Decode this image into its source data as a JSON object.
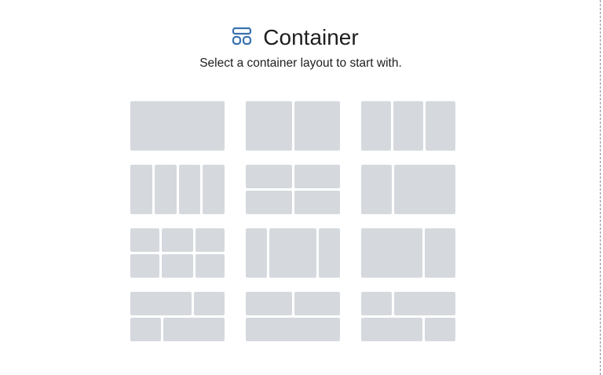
{
  "header": {
    "title": "Container",
    "icon": "container-layout-icon",
    "subtitle": "Select a container layout to start with."
  },
  "colors": {
    "cell": "#d5d9de",
    "icon": "#3872b0"
  },
  "layouts": [
    {
      "name": "one-column",
      "rows": [
        [
          1
        ]
      ]
    },
    {
      "name": "two-columns",
      "rows": [
        [
          1,
          1
        ]
      ]
    },
    {
      "name": "three-columns",
      "rows": [
        [
          1,
          1,
          1
        ]
      ]
    },
    {
      "name": "four-columns",
      "rows": [
        [
          1,
          1,
          1,
          1
        ]
      ]
    },
    {
      "name": "two-by-two",
      "rows": [
        [
          1,
          1
        ],
        [
          1,
          1
        ]
      ]
    },
    {
      "name": "narrow-wide",
      "rows": [
        [
          1,
          2
        ]
      ]
    },
    {
      "name": "three-by-two",
      "rows": [
        [
          1,
          1.1,
          1
        ],
        [
          1,
          1.1,
          1
        ]
      ]
    },
    {
      "name": "narrow-wide-narrow",
      "rows": [
        [
          1,
          2.2,
          1
        ]
      ]
    },
    {
      "name": "wide-narrow",
      "rows": [
        [
          2,
          1
        ]
      ]
    },
    {
      "name": "wide-narrow-narrow-wide",
      "rows": [
        [
          2,
          1
        ],
        [
          1,
          2
        ]
      ]
    },
    {
      "name": "two-columns-one-row",
      "rows": [
        [
          1,
          1
        ],
        [
          1
        ]
      ]
    },
    {
      "name": "narrow-wide-wide-narrow",
      "rows": [
        [
          1,
          2
        ],
        [
          2,
          1
        ]
      ]
    }
  ]
}
